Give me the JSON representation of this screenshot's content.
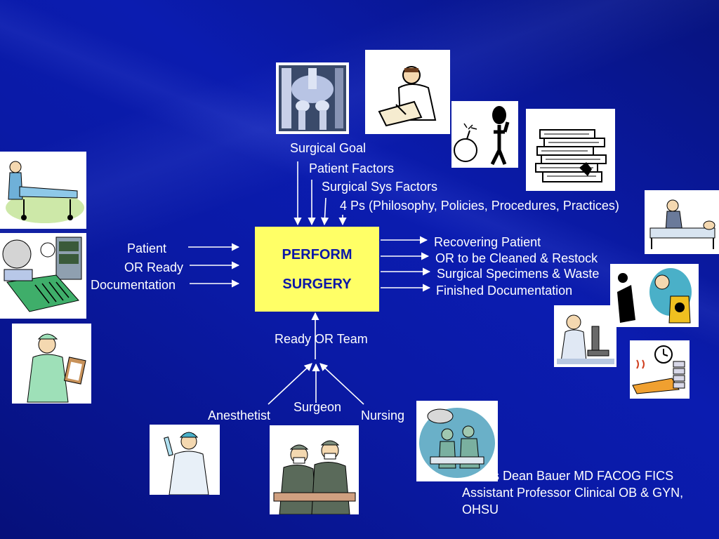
{
  "diagram": {
    "center_box": {
      "line1": "PERFORM",
      "line2": "SURGERY"
    },
    "top_inputs": [
      "Surgical Goal",
      "Patient Factors",
      "Surgical Sys Factors",
      "4 Ps (Philosophy, Policies, Procedures, Practices)"
    ],
    "left_inputs": [
      "Patient",
      "OR Ready",
      "Documentation"
    ],
    "right_outputs": [
      "Recovering Patient",
      "OR to be Cleaned & Restock",
      "Surgical Specimens & Waste",
      "Finished Documentation"
    ],
    "bottom_input": "Ready OR Team",
    "team": [
      "Anesthetist",
      "Surgeon",
      "Nursing"
    ]
  },
  "credit": {
    "line1": "s Dean Bauer MD FACOG FICS",
    "line2": "Assistant Professor Clinical OB & GYN,",
    "line3": "OHSU"
  },
  "colors": {
    "background": "#0a1aa6",
    "box_fill": "#ffff66",
    "box_text": "#0a16a8",
    "text": "#ffffff",
    "arrows": "#ffffff"
  },
  "pictures": [
    "xray-pelvis-clipart",
    "doctor-writing-clipart",
    "confused-stickman-bomb-clipart",
    "stack-of-books-clipart",
    "patient-on-gurney-clipart",
    "surgical-instruments-clipart",
    "nurse-clipboard-clipart",
    "patient-in-bed-clipart",
    "cleaning-hazard-clipart",
    "scientist-microscope-clipart",
    "clock-papers-clipart",
    "scientist-test-tube-clipart",
    "surgeons-operating-clipart",
    "operating-room-team-clipart"
  ]
}
